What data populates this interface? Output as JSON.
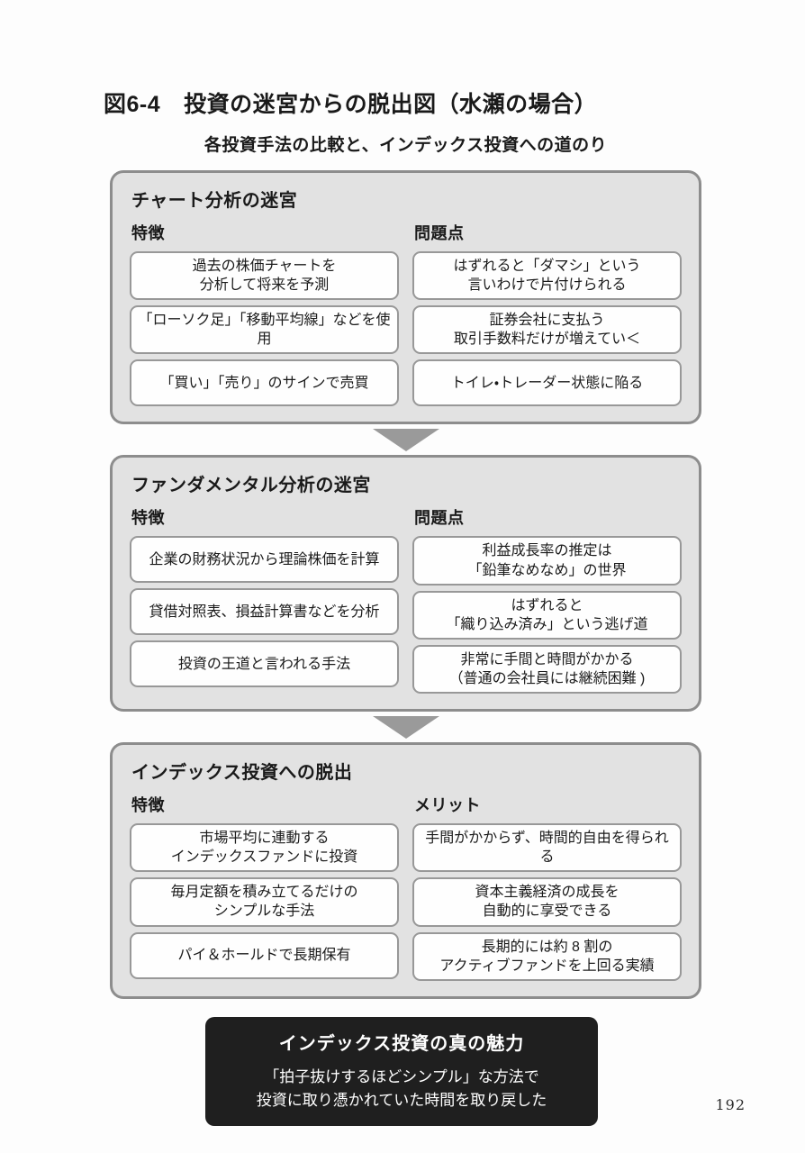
{
  "page": {
    "figure_label": "図6-4",
    "title": "投資の迷宮からの脱出図（水瀬の場合）",
    "subtitle": "各投資手法の比較と、インデックス投資への道のり",
    "page_number": "192"
  },
  "sections": [
    {
      "title": "チャート分析の迷宮",
      "left_header": "特徴",
      "right_header": "問題点",
      "left_items": [
        "過去の株価チャートを\n分析して将来を予測",
        "「ローソク足」「移動平均線」などを使用",
        "「買い」「売り」のサインで売買"
      ],
      "right_items": [
        "はずれると「ダマシ」という\n言いわけで片付けられる",
        "証券会社に支払う\n取引手数料だけが増えてい＜",
        "トイレ・トレーダー状態に陥る"
      ]
    },
    {
      "title": "ファンダメンタル分析の迷宮",
      "left_header": "特徴",
      "right_header": "問題点",
      "left_items": [
        "企業の財務状況から理論株価を計算",
        "貸借対照表、損益計算書などを分析",
        "投資の王道と言われる手法"
      ],
      "right_items": [
        "利益成長率の推定は\n「鉛筆なめなめ」の世界",
        "はずれると\n「織り込み済み」という逃げ道",
        "非常に手間と時間がかかる\n（普通の会社員には継続困難 )"
      ]
    },
    {
      "title": "インデックス投資への脱出",
      "left_header": "特徴",
      "right_header": "メリット",
      "left_items": [
        "市場平均に連動する\nインデックスファンドに投資",
        "毎月定額を積み立てるだけの\nシンプルな手法",
        "パイ＆ホールドで長期保有"
      ],
      "right_items": [
        "手間がかからず、時間的自由を得られる",
        "資本主義経済の成長を\n自動的に享受できる",
        "長期的には約 8 割の\nアクティブファンドを上回る実績"
      ]
    }
  ],
  "conclusion": {
    "title": "インデックス投資の真の魅力",
    "body": "「拍子抜けするほどシンプル」な方法で\n投資に取り憑かれていた時間を取り戻した"
  },
  "colors": {
    "section_bg": "#e2e2e2",
    "section_border": "#8d8d8d",
    "cell_border": "#989898",
    "arrow": "#9a9a9a",
    "conclusion_bg": "#1f1f1f"
  }
}
